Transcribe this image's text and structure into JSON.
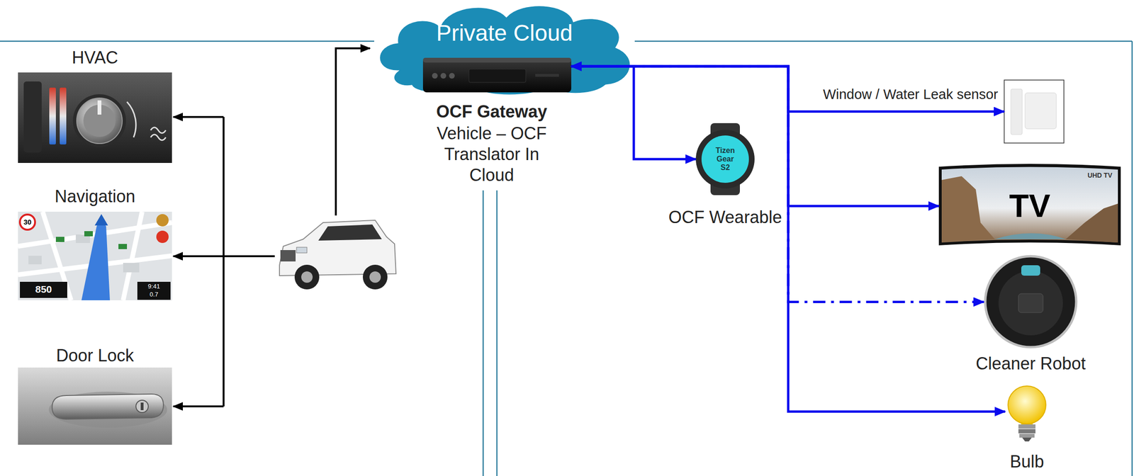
{
  "diagram": {
    "nodes": [
      {
        "text": [
          "HVAC"
        ]
      },
      {
        "text": [
          "Navigation",
          "30",
          "850",
          "9:41",
          "0.7"
        ]
      },
      {
        "text": [
          "Door Lock"
        ]
      },
      {
        "text": [
          "Private Cloud",
          "OCF Gateway",
          "Vehicle – OCF Translator In Cloud"
        ]
      },
      {
        "text": [
          "Tizen Gear S2",
          "OCF Wearable"
        ]
      },
      {
        "text": [
          "Window / Water Leak sensor"
        ]
      },
      {
        "text": [
          "TV",
          "UHD TV"
        ]
      },
      {
        "text": [
          "Cleaner Robot"
        ]
      },
      {
        "text": [
          "Bulb"
        ]
      }
    ],
    "edges": [
      {
        "from": 3,
        "to": 4,
        "arrow": "both"
      },
      {
        "from": 3,
        "to": 5,
        "arrow": "both"
      },
      {
        "from": 3,
        "to": 6,
        "arrow": "both"
      },
      {
        "from": 3,
        "to": 7,
        "arrow": "both"
      },
      {
        "from": 3,
        "to": 8,
        "arrow": "both"
      }
    ]
  }
}
